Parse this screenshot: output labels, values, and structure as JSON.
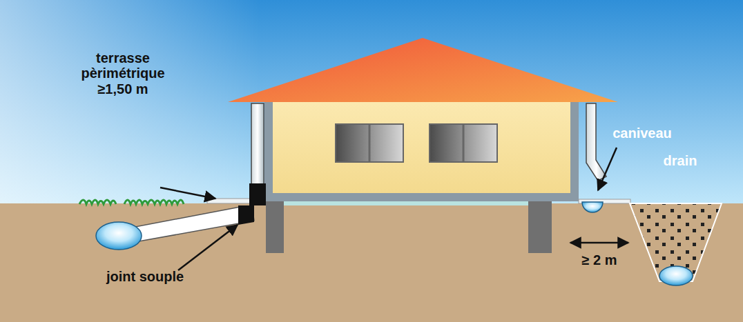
{
  "diagram": {
    "labels": [
      "terrasse pèrimétrique ≥1,50 m",
      "joint souple",
      "caniveau",
      "drain",
      "≥ 2 m"
    ]
  }
}
